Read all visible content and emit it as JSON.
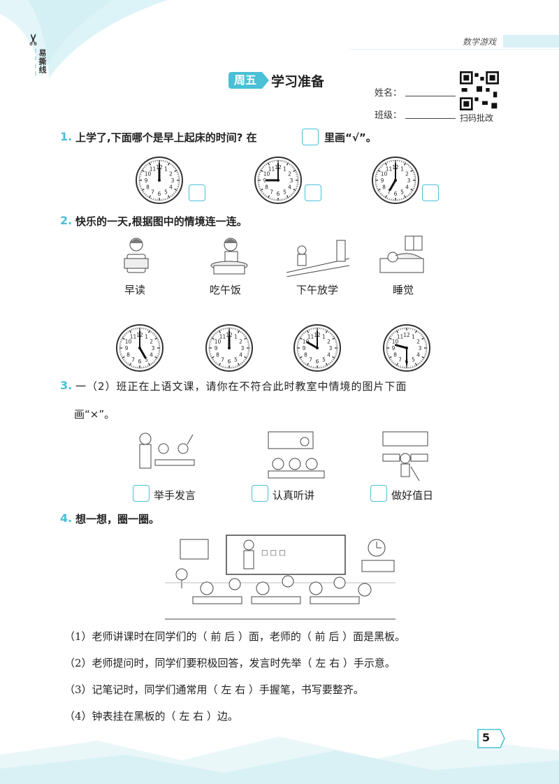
{
  "header": {
    "brand": "易撕线",
    "section": "数学游戏",
    "day": "周五",
    "title": "学习准备",
    "name_label": "姓名：",
    "class_label": "班级：",
    "qr_label": "扫码批改"
  },
  "q1": {
    "num": "1.",
    "text_before": "上学了,下面哪个是早上起床的时间? 在",
    "text_after": "里画“√”。",
    "clocks": [
      {
        "hour": 12,
        "minute": 0
      },
      {
        "hour": 9,
        "minute": 0
      },
      {
        "hour": 7,
        "minute": 0
      }
    ]
  },
  "q2": {
    "num": "2.",
    "text": "快乐的一天,根据图中的情境连一连。",
    "scenes": [
      "早读",
      "吃午饭",
      "下午放学",
      "睡觉"
    ],
    "clocks": [
      {
        "hour": 5,
        "minute": 0
      },
      {
        "hour": 12,
        "minute": 0
      },
      {
        "hour": 10,
        "minute": 0
      },
      {
        "hour": 9,
        "minute": 30
      }
    ]
  },
  "q3": {
    "num": "3.",
    "text_line1": "一（2）班正在上语文课，请你在不符合此时教室中情境的图片下面",
    "text_line2": "画“×”。",
    "options": [
      "举手发言",
      "认真听讲",
      "做好值日"
    ]
  },
  "q4": {
    "num": "4.",
    "text": "想一想，圈一圈。",
    "lines": [
      "（1）老师讲课时在同学们的（  前    后  ）面，老师的（  前    后  ）面是黑板。",
      "（2）老师提问时，同学们要积极回答，发言时先举（  左    右  ）手示意。",
      "（3）记笔记时，同学们通常用（  左    右  ）手握笔，书写要整齐。",
      "（4）钟表挂在黑板的（  左    右  ）边。"
    ]
  },
  "footer": {
    "page_number": "5"
  },
  "colors": {
    "accent": "#4ac0d6",
    "band": "#e6f5f8"
  }
}
